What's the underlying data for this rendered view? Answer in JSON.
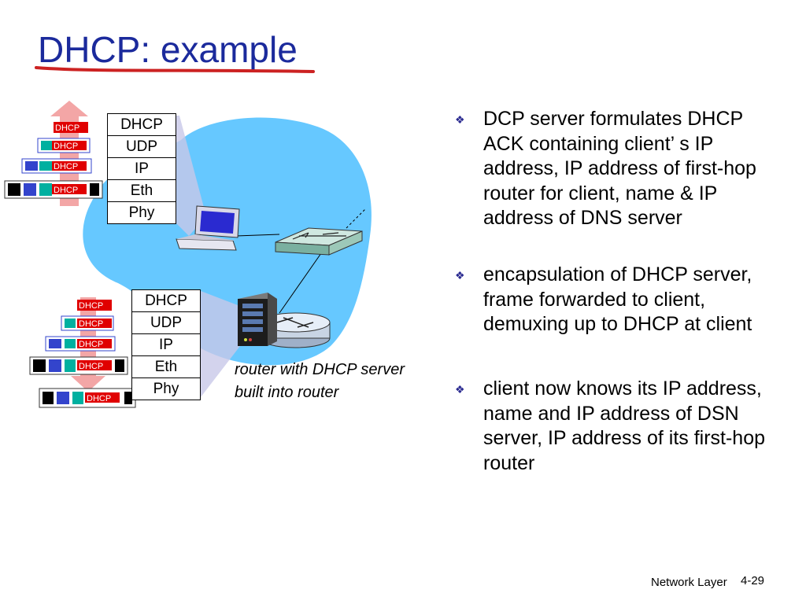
{
  "slide": {
    "title": "DHCP: example",
    "footer_left": "Network Layer",
    "footer_right": "4-29"
  },
  "colors": {
    "title": "#1b2a9c",
    "underline": "#cc2222",
    "cloud": "#66c8ff",
    "dhcp_box": "#e00000",
    "udp_box": "#00b0a0",
    "ip_box": "#3344cc",
    "eth_box": "#000000",
    "arrow": "#f3a6a6"
  },
  "client_stack": {
    "layers": [
      "DHCP",
      "UDP",
      "IP",
      "Eth",
      "Phy"
    ]
  },
  "server_stack": {
    "layers": [
      "DHCP",
      "UDP",
      "IP",
      "Eth",
      "Phy"
    ]
  },
  "packet_label": "DHCP",
  "router_caption": "router with DHCP server built into router",
  "bullets": [
    "DCP server formulates DHCP ACK containing client’ s IP address, IP address of first-hop router for client, name & IP address of DNS server",
    "encapsulation of DHCP server, frame forwarded to client, demuxing up to DHCP at client",
    "client now knows its IP address, name and IP address of DSN server, IP address of its first-hop router"
  ],
  "icons": {
    "bullet": "diamond-bullet-icon",
    "laptop": "laptop-icon",
    "switch": "switch-icon",
    "router": "router-icon",
    "server": "server-icon"
  }
}
